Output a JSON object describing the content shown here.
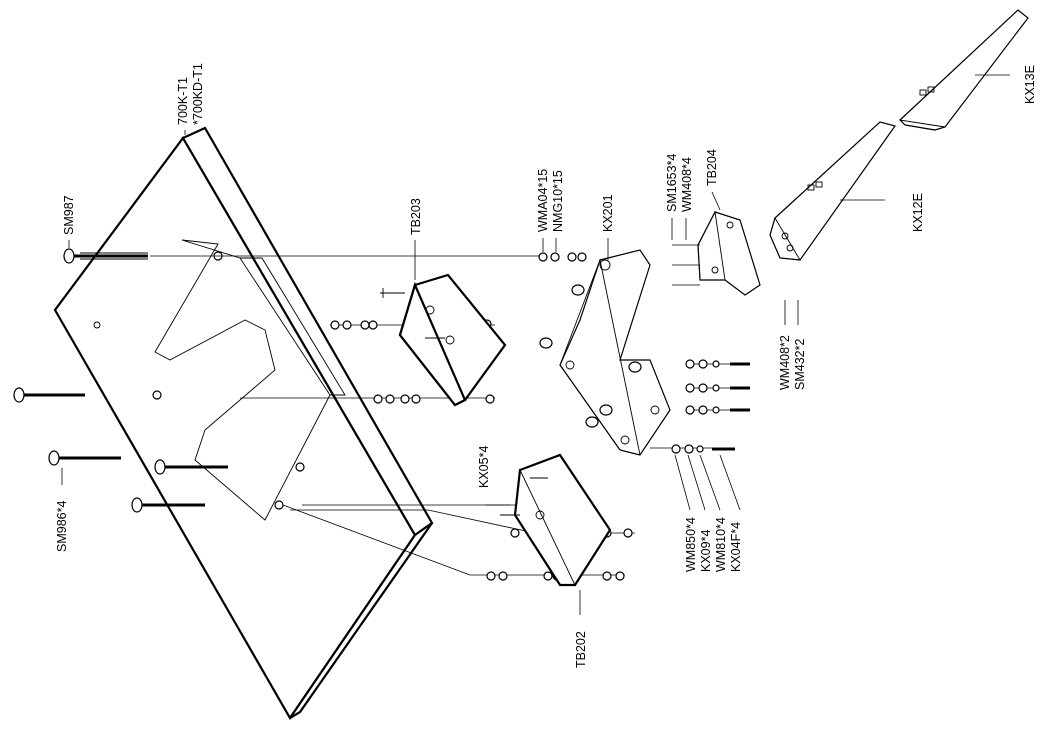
{
  "diagram": {
    "labels": {
      "top_plate_a": "700K-T1",
      "top_plate_b": "*700KD-T1",
      "sm987": "SM987",
      "tb203": "TB203",
      "wma04": "WMA04*15",
      "nmg10": "NMG10*15",
      "kx201": "KX201",
      "sm1653": "SM1653*4",
      "wm408_top": "WM408*4",
      "tb204": "TB204",
      "kx12e": "KX12E",
      "kx13e": "KX13E",
      "wm408_2": "WM408*2",
      "sm432_2": "SM432*2",
      "kx05": "KX05*4",
      "sm986": "SM986*4",
      "wm850": "WM850*4",
      "kx09": "KX09*4",
      "wm810": "WM810*4",
      "kx04f": "KX04F*4",
      "tb202": "TB202"
    }
  }
}
